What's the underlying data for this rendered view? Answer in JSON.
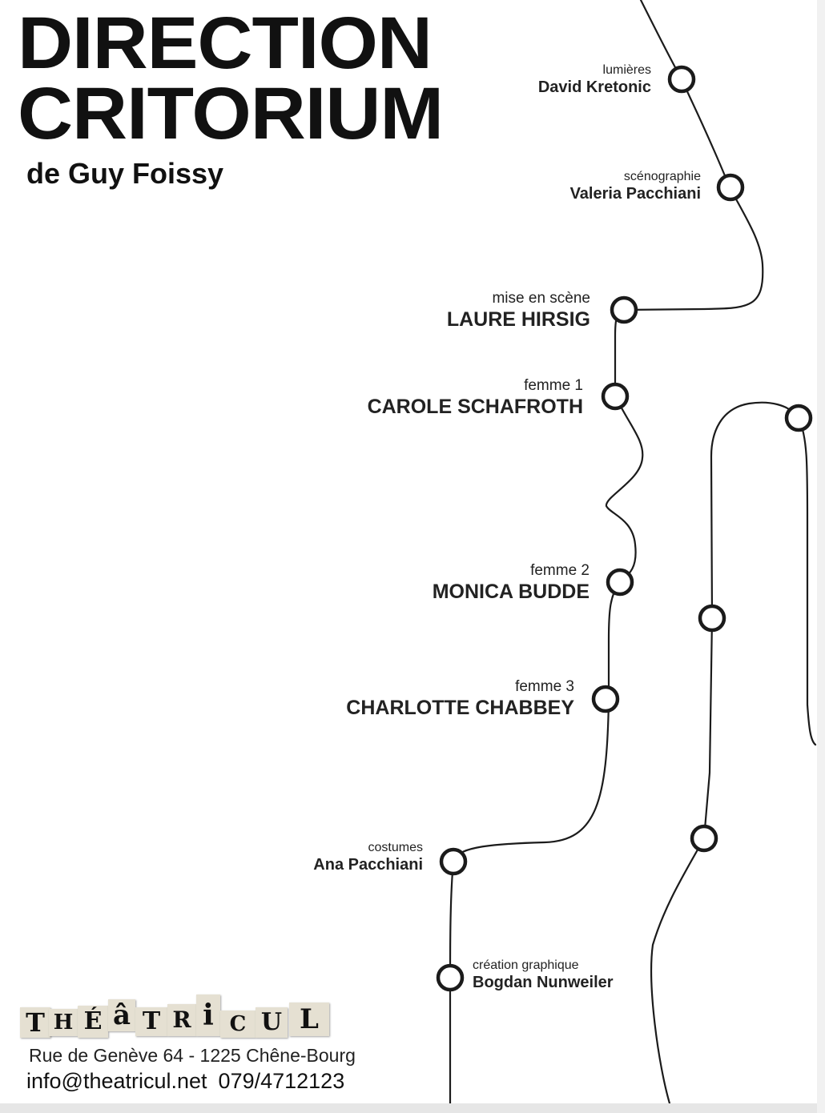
{
  "poster": {
    "title_line1": "DIRECTION",
    "title_line2": "CRITORIUM",
    "author": "de Guy Foissy"
  },
  "credits": [
    {
      "role": "lumières",
      "name": "David Kretonic"
    },
    {
      "role": "scénographie",
      "name": "Valeria Pacchiani"
    },
    {
      "role": "mise en scène",
      "name": "LAURE HIRSIG"
    },
    {
      "role": "femme 1",
      "name": "CAROLE SCHAFROTH"
    },
    {
      "role": "femme 2",
      "name": "MONICA BUDDE"
    },
    {
      "role": "femme 3",
      "name": "CHARLOTTE CHABBEY"
    },
    {
      "role": "costumes",
      "name": "Ana Pacchiani"
    },
    {
      "role": "création graphique",
      "name": "Bogdan Nunweiler"
    }
  ],
  "footer": {
    "logo_letters": [
      "T",
      "H",
      "É",
      "â",
      "T",
      "R",
      "i",
      "C",
      "U",
      "L"
    ],
    "address": "Rue de Genève 64 - 1225 Chêne-Bourg",
    "email": "info@theatricul.net",
    "phone": "079/4712123"
  },
  "colors": {
    "ink": "#1b1b1b",
    "paper": "#ffffff",
    "logo_tile": "#e5e0d2"
  }
}
